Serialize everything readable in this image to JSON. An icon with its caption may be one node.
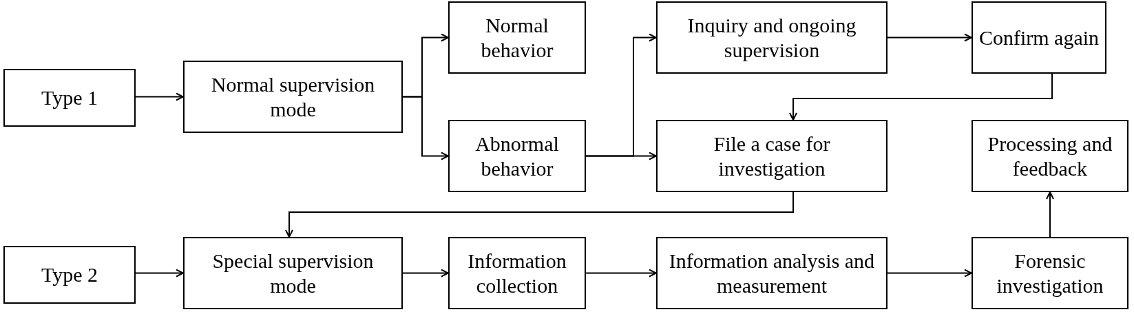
{
  "diagram": {
    "nodes": [
      {
        "text": [
          "Type 1"
        ]
      },
      {
        "text": [
          "Normal supervision mode"
        ]
      },
      {
        "text": [
          "Normal behavior"
        ]
      },
      {
        "text": [
          "Abnormal behavior"
        ]
      },
      {
        "text": [
          "Inquiry and ongoing supervision"
        ]
      },
      {
        "text": [
          "Confirm again"
        ]
      },
      {
        "text": [
          "File a case for investigation"
        ]
      },
      {
        "text": [
          "Processing and feedback"
        ]
      },
      {
        "text": [
          "Type 2"
        ]
      },
      {
        "text": [
          "Special supervision mode"
        ]
      },
      {
        "text": [
          "Information collection"
        ]
      },
      {
        "text": [
          "Information analysis and measurement"
        ]
      },
      {
        "text": [
          "Forensic investigation"
        ]
      }
    ],
    "edges": [
      {
        "from": 0,
        "to": 1,
        "arrow": "to"
      },
      {
        "from": 1,
        "to": 2,
        "arrow": "to"
      },
      {
        "from": 1,
        "to": 3,
        "arrow": "to"
      },
      {
        "from": 3,
        "to": 4,
        "arrow": "to"
      },
      {
        "from": 3,
        "to": 6,
        "arrow": "to"
      },
      {
        "from": 4,
        "to": 5,
        "arrow": "to"
      },
      {
        "from": 5,
        "to": 6,
        "arrow": "to"
      },
      {
        "from": 6,
        "to": 9,
        "arrow": "to"
      },
      {
        "from": 8,
        "to": 9,
        "arrow": "to"
      },
      {
        "from": 9,
        "to": 10,
        "arrow": "to"
      },
      {
        "from": 10,
        "to": 11,
        "arrow": "to"
      },
      {
        "from": 11,
        "to": 12,
        "arrow": "to"
      },
      {
        "from": 12,
        "to": 7,
        "arrow": "to"
      }
    ]
  }
}
